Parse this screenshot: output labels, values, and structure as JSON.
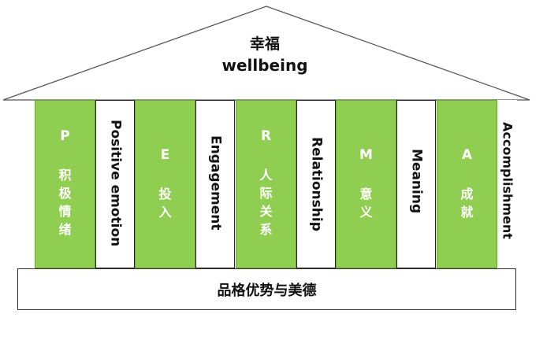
{
  "roof": {
    "title_zh": "幸福",
    "title_en": "wellbeing"
  },
  "pillars": [
    {
      "letter": "P",
      "chars": "积\n极\n情\n绪",
      "word": "Positive emotion"
    },
    {
      "letter": "E",
      "chars": "投\n入",
      "word": "Engagement"
    },
    {
      "letter": "R",
      "chars": "人\n际\n关\n系",
      "word": "Relationship"
    },
    {
      "letter": "M",
      "chars": "意\n义",
      "word": "Meaning"
    },
    {
      "letter": "A",
      "chars": "成\n就",
      "word": "Accomplishment"
    }
  ],
  "foundation": {
    "label": "品格优势与美德"
  },
  "colors": {
    "pillar": "#8fce50",
    "pillar_text": "#ffffff",
    "outline": "#222222"
  }
}
